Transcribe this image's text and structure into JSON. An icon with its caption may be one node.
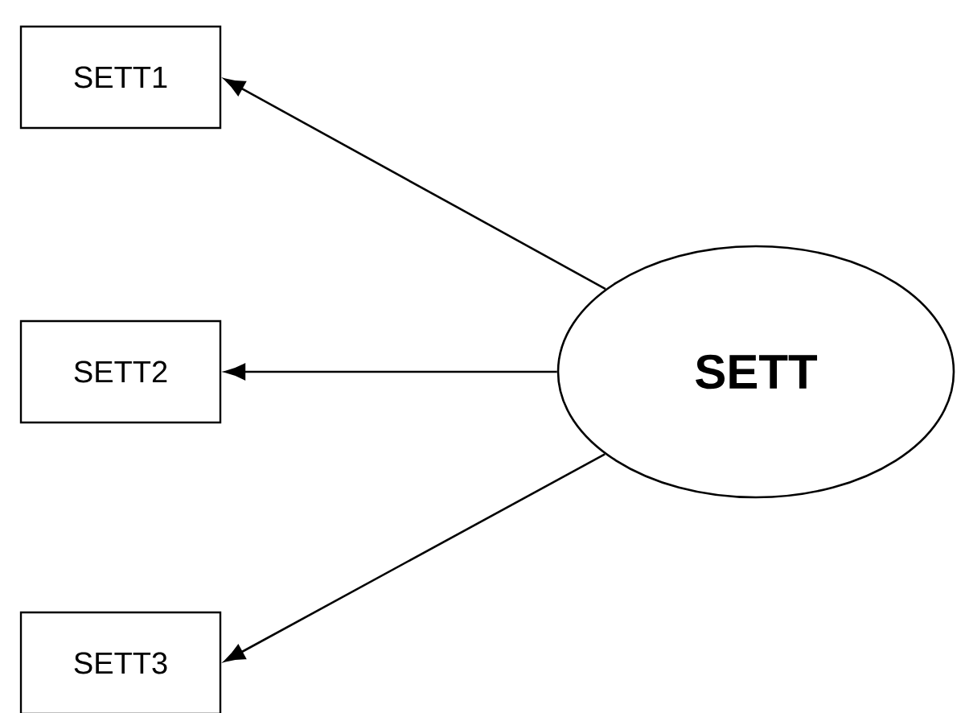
{
  "diagram": {
    "nodes": [
      {
        "text": [
          "SETT1"
        ]
      },
      {
        "text": [
          "SETT2"
        ]
      },
      {
        "text": [
          "SETT3"
        ]
      },
      {
        "text": [
          "SETT"
        ]
      }
    ],
    "edges": [
      {
        "from": 3,
        "to": 0,
        "arrow": "to"
      },
      {
        "from": 3,
        "to": 1,
        "arrow": "to"
      },
      {
        "from": 3,
        "to": 2,
        "arrow": "to"
      }
    ]
  }
}
